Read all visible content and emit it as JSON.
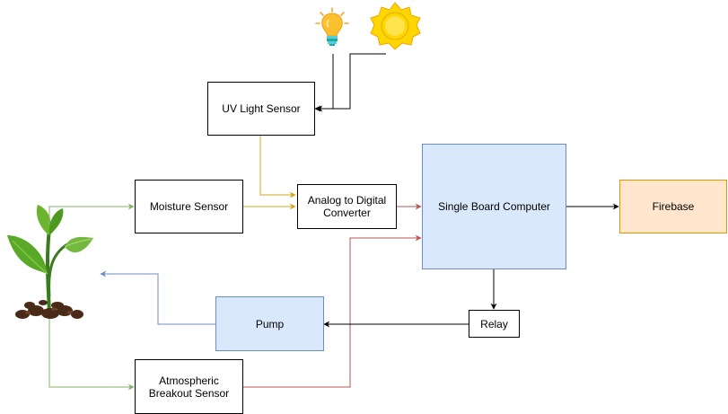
{
  "nodes": {
    "uv_sensor": "UV Light Sensor",
    "moisture_sensor": "Moisture Sensor",
    "adc": "Analog to Digital\nConverter",
    "sbc": "Single Board Computer",
    "firebase": "Firebase",
    "pump": "Pump",
    "relay": "Relay",
    "atmo_sensor": "Atmospheric\nBreakout Sensor"
  },
  "colors": {
    "green": "#82b366",
    "gold": "#d6a520",
    "red": "#b85450",
    "blue_line": "#6c8ebf",
    "black": "#000000",
    "blue_fill": "#dae8fc",
    "orange_fill": "#ffe6cc",
    "orange_border": "#d79b00"
  },
  "icons": [
    "light-bulb-icon",
    "sun-icon",
    "plant-icon"
  ]
}
